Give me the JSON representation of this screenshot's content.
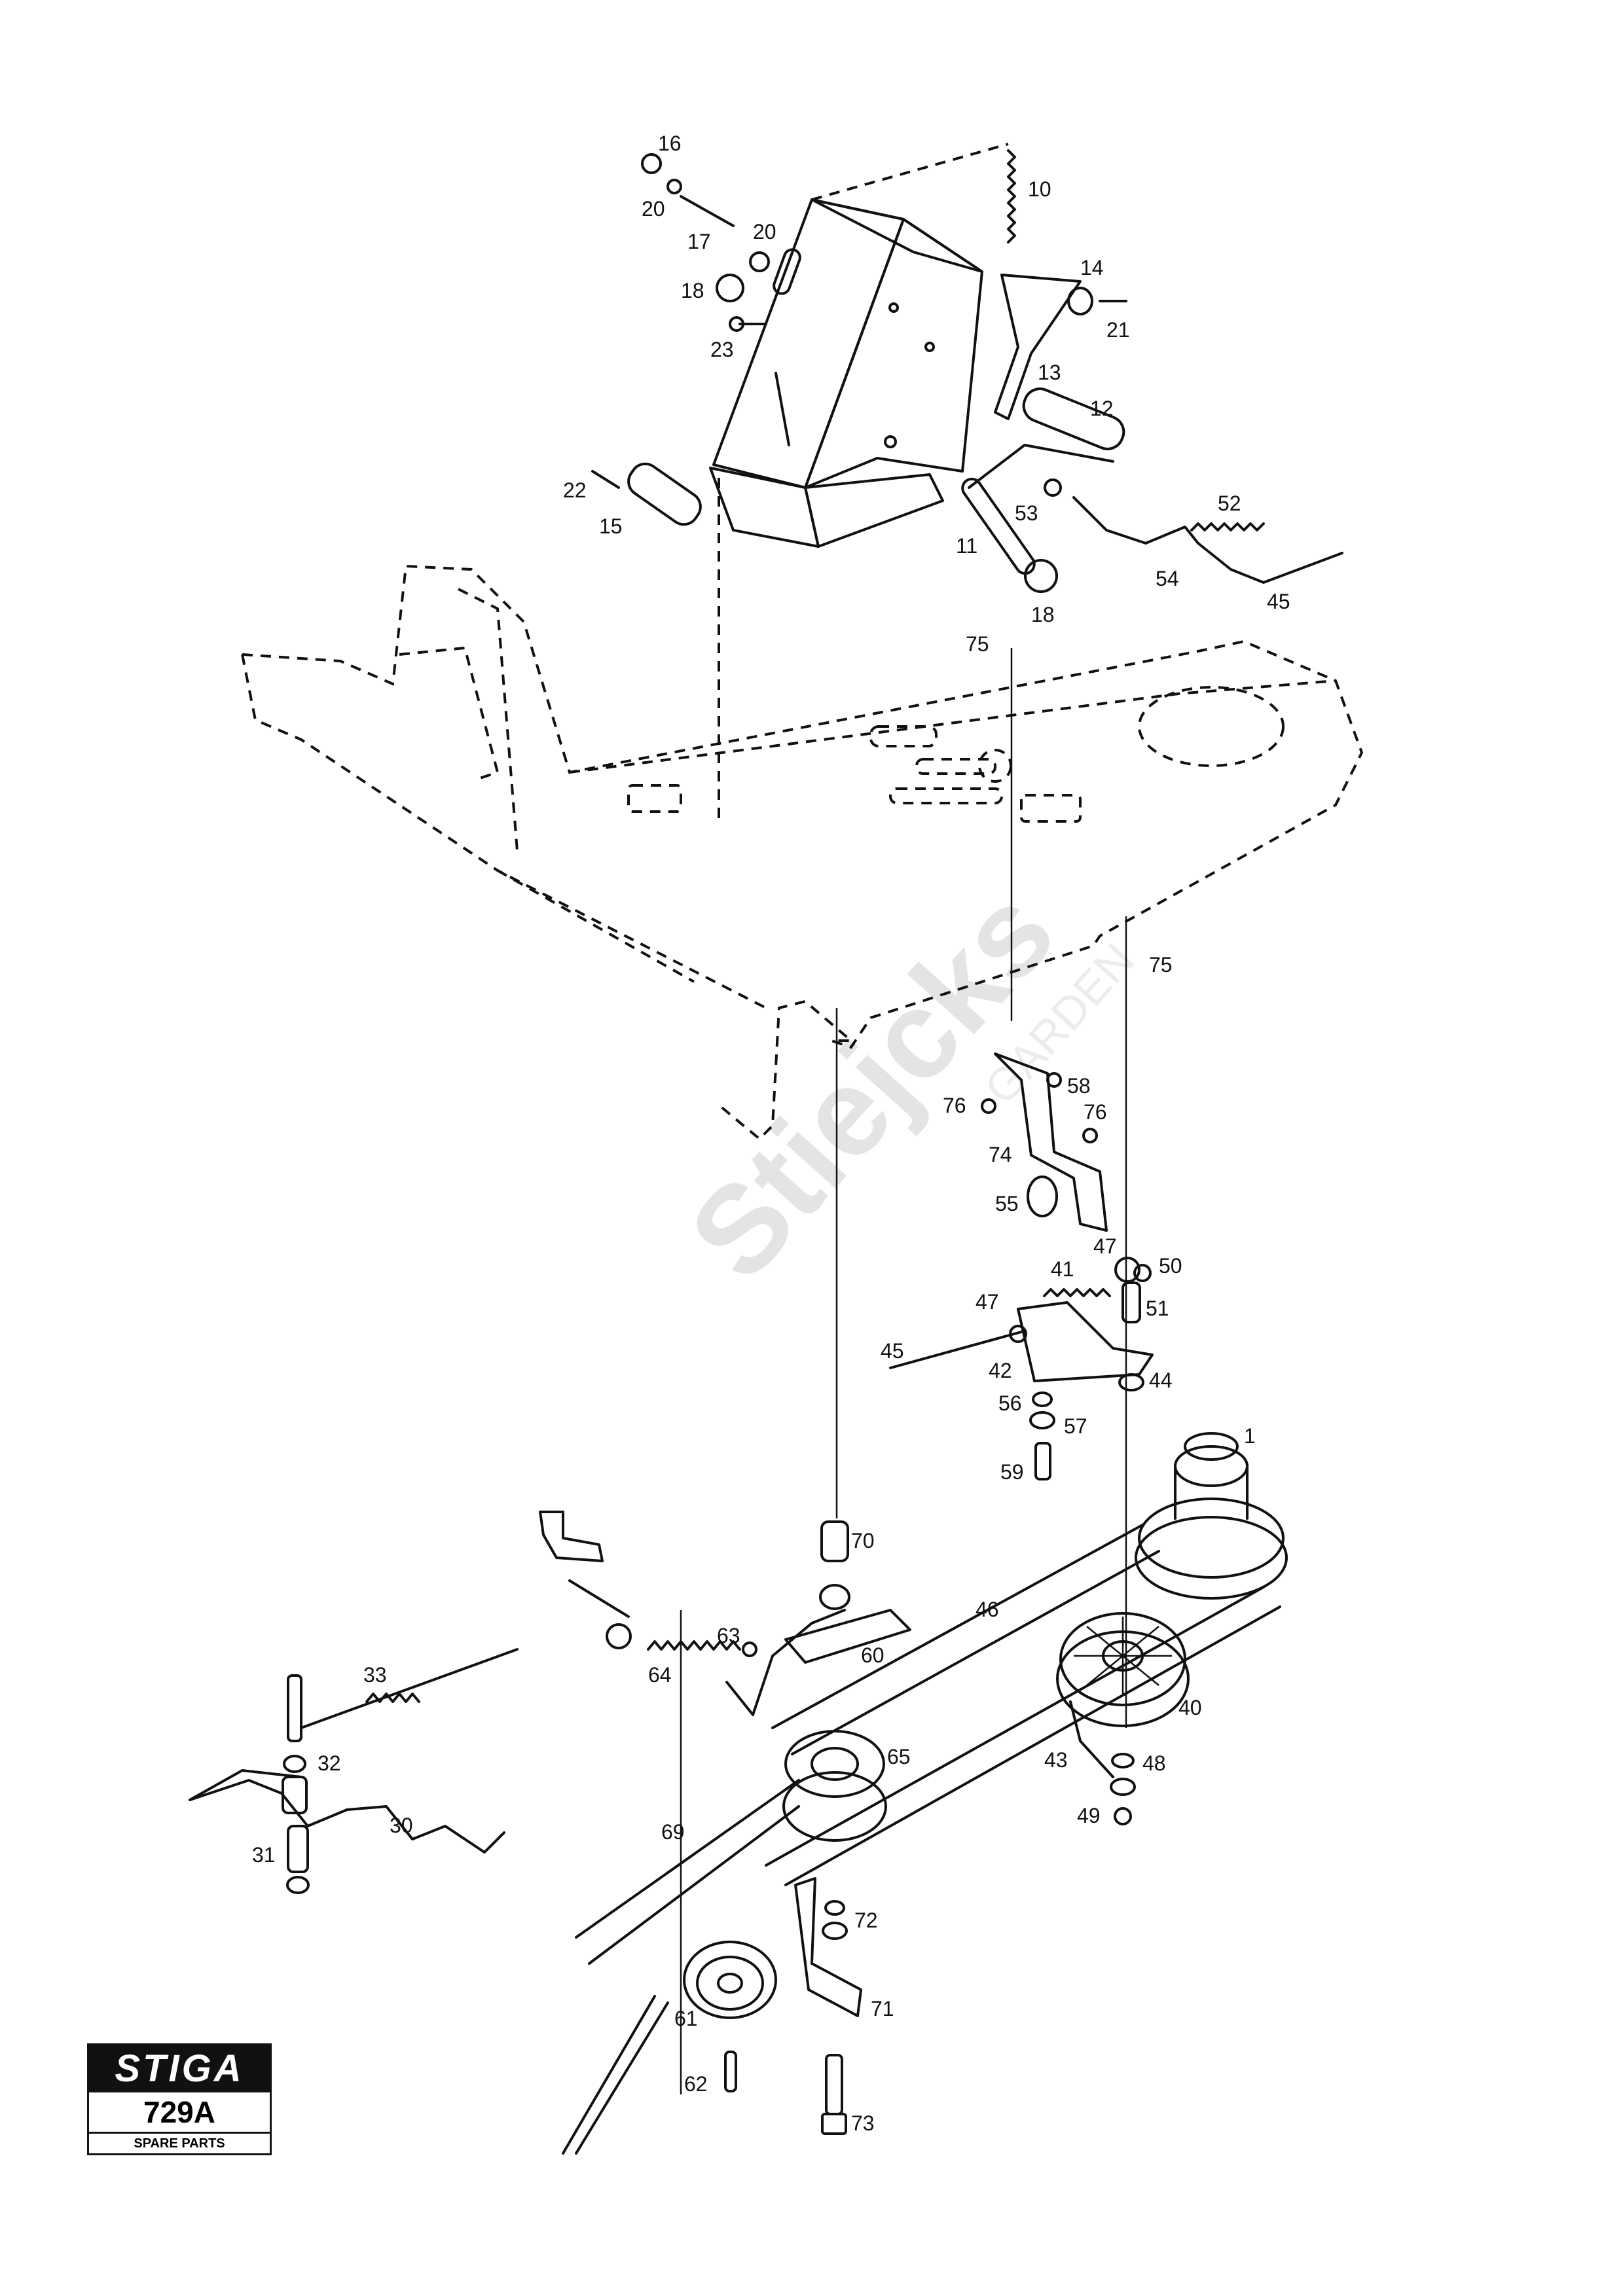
{
  "watermark": {
    "text": "Stiejcks",
    "sub": "GARDEN"
  },
  "logo": {
    "brand": "STIGA",
    "model": "729A",
    "subtitle": "SPARE PARTS"
  },
  "parts": [
    {
      "label": "16"
    },
    {
      "label": "20"
    },
    {
      "label": "17"
    },
    {
      "label": "20"
    },
    {
      "label": "18"
    },
    {
      "label": "23"
    },
    {
      "label": "10"
    },
    {
      "label": "14"
    },
    {
      "label": "21"
    },
    {
      "label": "13"
    },
    {
      "label": "12"
    },
    {
      "label": "22"
    },
    {
      "label": "15"
    },
    {
      "label": "11"
    },
    {
      "label": "53"
    },
    {
      "label": "52"
    },
    {
      "label": "18"
    },
    {
      "label": "54"
    },
    {
      "label": "45"
    },
    {
      "label": "75"
    },
    {
      "label": "75"
    },
    {
      "label": "76"
    },
    {
      "label": "58"
    },
    {
      "label": "76"
    },
    {
      "label": "74"
    },
    {
      "label": "55"
    },
    {
      "label": "47"
    },
    {
      "label": "50"
    },
    {
      "label": "41"
    },
    {
      "label": "47"
    },
    {
      "label": "51"
    },
    {
      "label": "45"
    },
    {
      "label": "42"
    },
    {
      "label": "44"
    },
    {
      "label": "56"
    },
    {
      "label": "57"
    },
    {
      "label": "59"
    },
    {
      "label": "1"
    },
    {
      "label": "70"
    },
    {
      "label": "46"
    },
    {
      "label": "63"
    },
    {
      "label": "60"
    },
    {
      "label": "64"
    },
    {
      "label": "40"
    },
    {
      "label": "33"
    },
    {
      "label": "32"
    },
    {
      "label": "43"
    },
    {
      "label": "48"
    },
    {
      "label": "65"
    },
    {
      "label": "30"
    },
    {
      "label": "49"
    },
    {
      "label": "69"
    },
    {
      "label": "31"
    },
    {
      "label": "72"
    },
    {
      "label": "61"
    },
    {
      "label": "71"
    },
    {
      "label": "62"
    },
    {
      "label": "73"
    }
  ]
}
